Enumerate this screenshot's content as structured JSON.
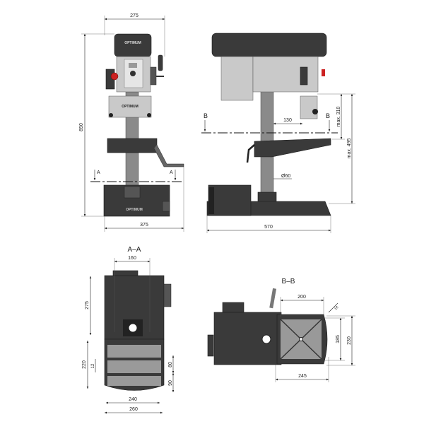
{
  "front_view": {
    "brand": "OPTIMUM",
    "dims": {
      "width_top": "275",
      "height": "850",
      "width_base": "375"
    },
    "section_marker": "A"
  },
  "side_view": {
    "dims": {
      "depth": "570",
      "reach": "130",
      "max_spindle_table": "max. 310",
      "max_spindle_base": "max. 495",
      "column_diameter": "Ø60"
    },
    "section_marker": "B"
  },
  "section_a": {
    "title": "A–A",
    "dims": {
      "hole_spacing": "160",
      "length_top": "275",
      "slot_area": "220",
      "slot_width": "12",
      "slot_pitch": "80",
      "slot_edge": "90",
      "inner_width": "240",
      "outer_width": "260"
    }
  },
  "section_b": {
    "title": "B–B",
    "dims": {
      "table_slot_span": "200",
      "slot_size": "18",
      "inner_depth": "185",
      "table_depth": "230",
      "table_width": "245"
    }
  },
  "colors": {
    "body": "#3a3a3a",
    "head_casing": "#c9c9c9",
    "emergency_stop": "#cc2222"
  }
}
